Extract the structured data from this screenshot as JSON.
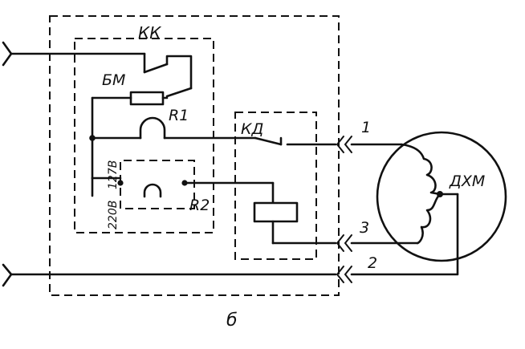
{
  "labels": {
    "kk": "КК",
    "bm": "БМ",
    "r1": "R1",
    "r2": "R2",
    "kd": "КД",
    "dxm": "ДХМ",
    "v127": "127В",
    "v220": "220В",
    "t1": "1",
    "t2": "2",
    "t3": "3",
    "caption": "б"
  }
}
